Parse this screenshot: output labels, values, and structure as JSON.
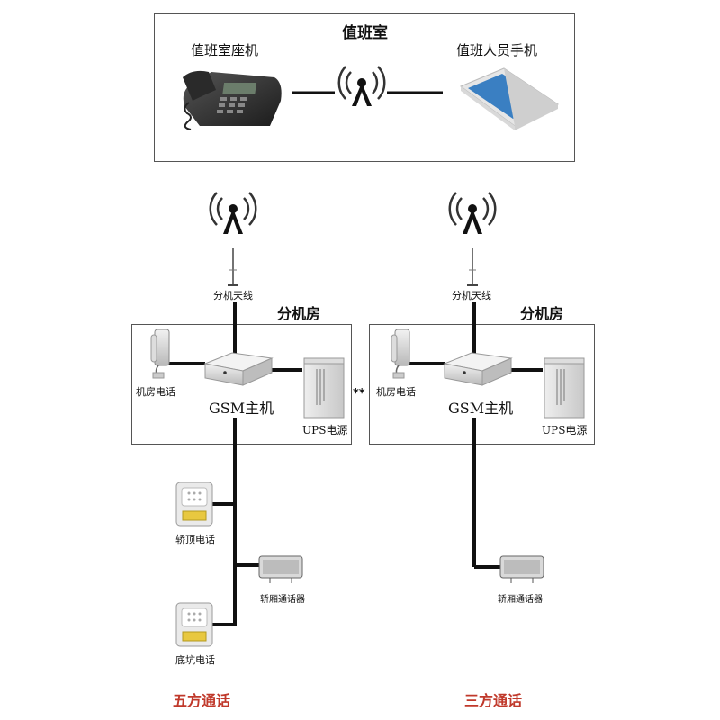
{
  "duty_room": {
    "title": "值班室",
    "desk_phone": "值班室座机",
    "mobile": "值班人员手机"
  },
  "left_machine_room": {
    "title": "分机房",
    "antenna": "分机天线",
    "room_phone": "机房电话",
    "host": "GSM主机",
    "ups": "UPS电源",
    "car_top_phone": "轿顶电话",
    "car_intercom": "轿厢通话器",
    "pit_phone": "底坑电话",
    "mode": "五方通话"
  },
  "right_machine_room": {
    "title": "分机房",
    "antenna": "分机天线",
    "room_phone": "机房电话",
    "host": "GSM主机",
    "ups": "UPS电源",
    "car_intercom": "轿厢通话器",
    "mode": "三方通话"
  },
  "separator": "**",
  "colors": {
    "line": "#111111",
    "box_border": "#555555",
    "mode_text": "#c0392b"
  }
}
